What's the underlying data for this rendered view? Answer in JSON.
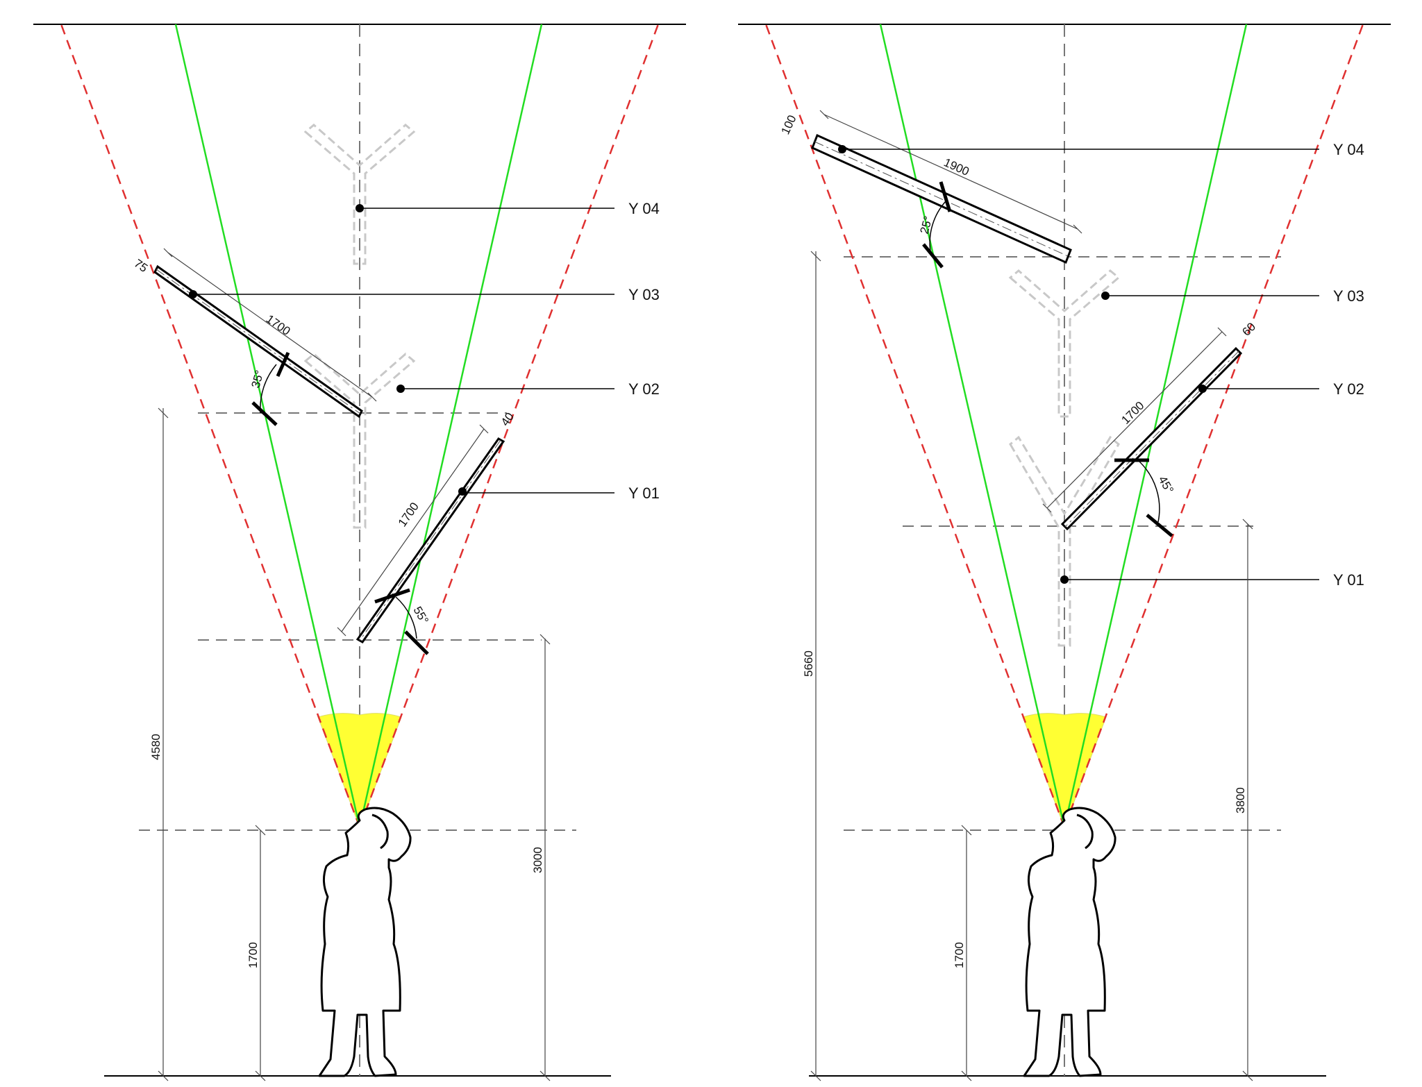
{
  "left": {
    "levels": [
      "Y 04",
      "Y 03",
      "Y 02",
      "Y 01"
    ],
    "dimensions": {
      "total_height": "4580",
      "mid_height": "3000",
      "eye_height": "1700",
      "upper_panel_length": "1700",
      "upper_panel_thickness": "75",
      "lower_panel_length": "1700",
      "lower_panel_thickness": "40"
    },
    "angles": {
      "upper": "35°",
      "lower": "55°"
    }
  },
  "right": {
    "levels": [
      "Y 04",
      "Y 03",
      "Y 02",
      "Y 01"
    ],
    "dimensions": {
      "total_height": "5660",
      "mid_height": "3800",
      "eye_height": "1700",
      "upper_panel_length": "1900",
      "upper_panel_thickness": "100",
      "lower_panel_length": "1700",
      "lower_panel_thickness": "60"
    },
    "angles": {
      "upper": "25°",
      "lower": "45°"
    }
  },
  "colors": {
    "sight_outer": "#e03030",
    "sight_inner": "#22dd22",
    "view_cone": "#ffff33",
    "ghost_structure": "#c8c8c8"
  }
}
